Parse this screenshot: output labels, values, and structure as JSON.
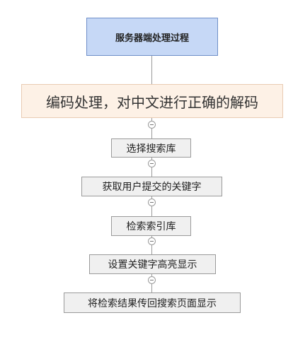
{
  "root": {
    "label": "服务器端处理过程"
  },
  "main": {
    "label": "编码处理，对中文进行正确的解码"
  },
  "steps": [
    "选择搜索库",
    "获取用户提交的关键字",
    "检索索引库",
    "设置关键字高亮显示",
    "将检索结果传回搜索页面显示"
  ]
}
